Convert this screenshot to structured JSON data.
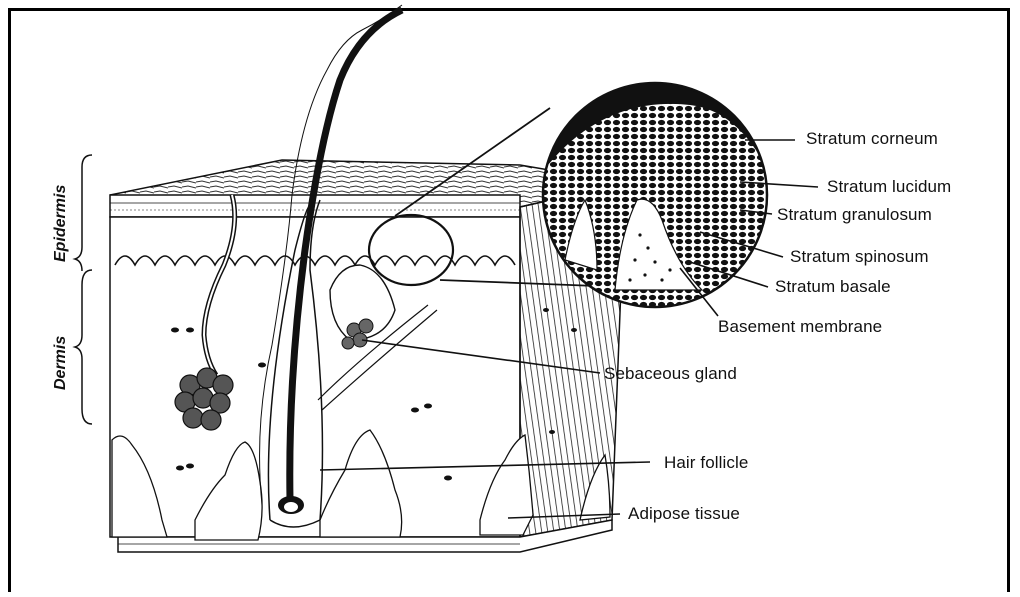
{
  "diagram": {
    "layers": [
      {
        "id": "epidermis",
        "label": "Epidermis"
      },
      {
        "id": "dermis",
        "label": "Dermis"
      }
    ],
    "callouts": [
      {
        "id": "stratum-corneum",
        "label": "Stratum corneum"
      },
      {
        "id": "stratum-lucidum",
        "label": "Stratum lucidum"
      },
      {
        "id": "stratum-granulosum",
        "label": "Stratum granulosum"
      },
      {
        "id": "stratum-spinosum",
        "label": "Stratum spinosum"
      },
      {
        "id": "stratum-basale",
        "label": "Stratum basale"
      },
      {
        "id": "basement-membrane",
        "label": "Basement membrane"
      },
      {
        "id": "sebaceous-gland",
        "label": "Sebaceous gland"
      },
      {
        "id": "hair-follicle",
        "label": "Hair follicle"
      },
      {
        "id": "adipose-tissue",
        "label": "Adipose tissue"
      }
    ]
  }
}
